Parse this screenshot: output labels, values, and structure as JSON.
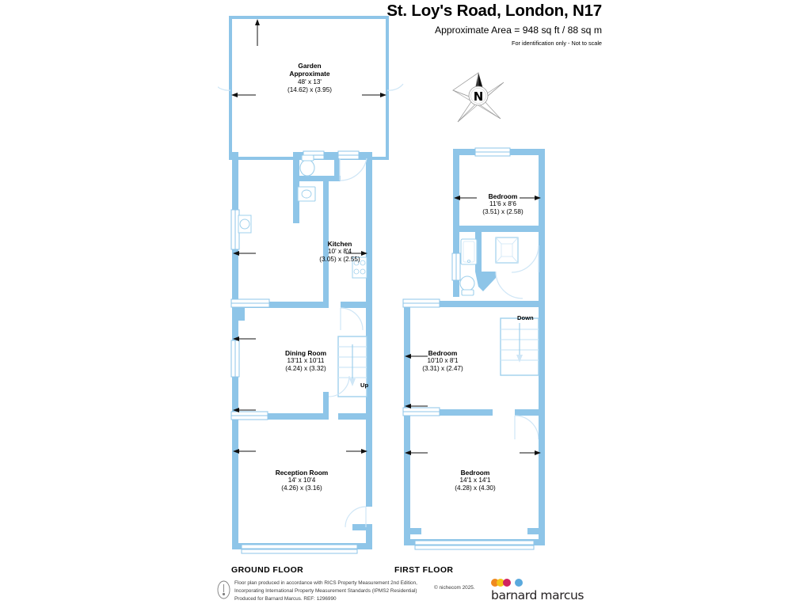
{
  "header": {
    "title": "St. Loy's Road, London, N17",
    "area": "Approximate Area = 948 sq ft / 88 sq m",
    "disclaimer": "For identification only - Not to scale"
  },
  "compass": {
    "north_label": "N",
    "icon": "compass-rose-icon"
  },
  "floors": [
    {
      "id": "ground",
      "caption": "GROUND FLOOR"
    },
    {
      "id": "first",
      "caption": "FIRST FLOOR"
    }
  ],
  "rooms": [
    {
      "id": "garden",
      "name": "Garden",
      "name2": "Approximate",
      "dim_imperial": "48' x 13'",
      "dim_metric": "(14.62) x (3.95)"
    },
    {
      "id": "kitchen",
      "name": "Kitchen",
      "dim_imperial": "10' x 8'4",
      "dim_metric": "(3.05) x (2.55)"
    },
    {
      "id": "dining-room",
      "name": "Dining Room",
      "dim_imperial": "13'11 x 10'11",
      "dim_metric": "(4.24) x (3.32)"
    },
    {
      "id": "reception-room",
      "name": "Reception Room",
      "dim_imperial": "14' x 10'4",
      "dim_metric": "(4.26) x (3.16)"
    },
    {
      "id": "bedroom-rear",
      "name": "Bedroom",
      "dim_imperial": "11'6 x 8'6",
      "dim_metric": "(3.51) x (2.58)"
    },
    {
      "id": "bedroom-middle",
      "name": "Bedroom",
      "dim_imperial": "10'10 x 8'1",
      "dim_metric": "(3.31) x (2.47)"
    },
    {
      "id": "bedroom-front",
      "name": "Bedroom",
      "dim_imperial": "14'1 x 14'1",
      "dim_metric": "(4.28) x (4.30)"
    }
  ],
  "stairs": [
    {
      "id": "up",
      "label": "Up"
    },
    {
      "id": "down",
      "label": "Down"
    }
  ],
  "footer": {
    "line1": "Floor plan produced in accordance with RICS Property Measurement 2nd Edition,",
    "line2": "Incorporating International Property Measurement Standards (IPMS2 Residential)",
    "line3": "Produced for Barnard Marcus.    REF:  1296990",
    "copyright": "© nichecom 2025.",
    "brand": "barnard marcus",
    "brand_dots": [
      "#f08a1e",
      "#f5c518",
      "#d1245f",
      "#5aa9dd"
    ]
  },
  "colors": {
    "wall": "#8ec5e8",
    "wall_light": "#b9dcf2",
    "fixture_outline": "#9fd0ec",
    "text": "#000000"
  }
}
